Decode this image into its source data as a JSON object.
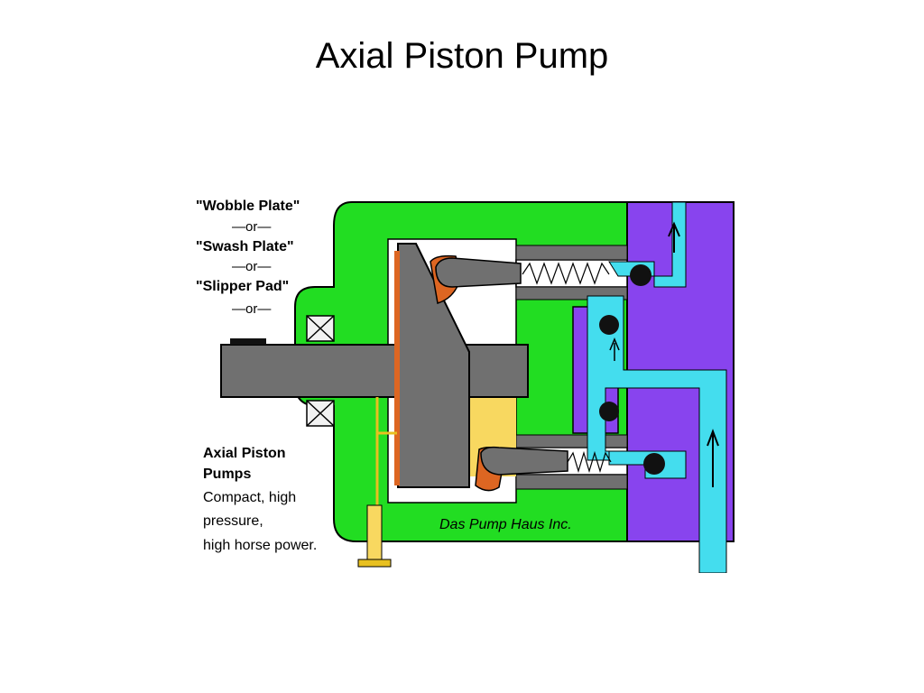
{
  "slide": {
    "title": "Axial Piston Pump"
  },
  "diagram": {
    "labels": {
      "wobble": "\"Wobble Plate\"",
      "or1": "—or—",
      "swash": "\"Swash Plate\"",
      "or2": "—or—",
      "slipper": "\"Slipper Pad\"",
      "or3": "—or—",
      "pumps_line1": "Axial Piston",
      "pumps_line2": "Pumps",
      "desc_line1": "Compact, high",
      "desc_line2": "pressure,",
      "desc_line3": "high horse power.",
      "brand": "Das Pump Haus Inc."
    },
    "colors": {
      "housing": "#22dd22",
      "valve_block": "#8844ee",
      "fluid": "#44ddee",
      "shaft": "#707070",
      "bearing": "#f2f2f2",
      "slipper": "#dd6622",
      "lubricant": "#f8d860",
      "check_ball": "#111111",
      "spring": "#ffffff",
      "drain": "#e8c020"
    }
  }
}
